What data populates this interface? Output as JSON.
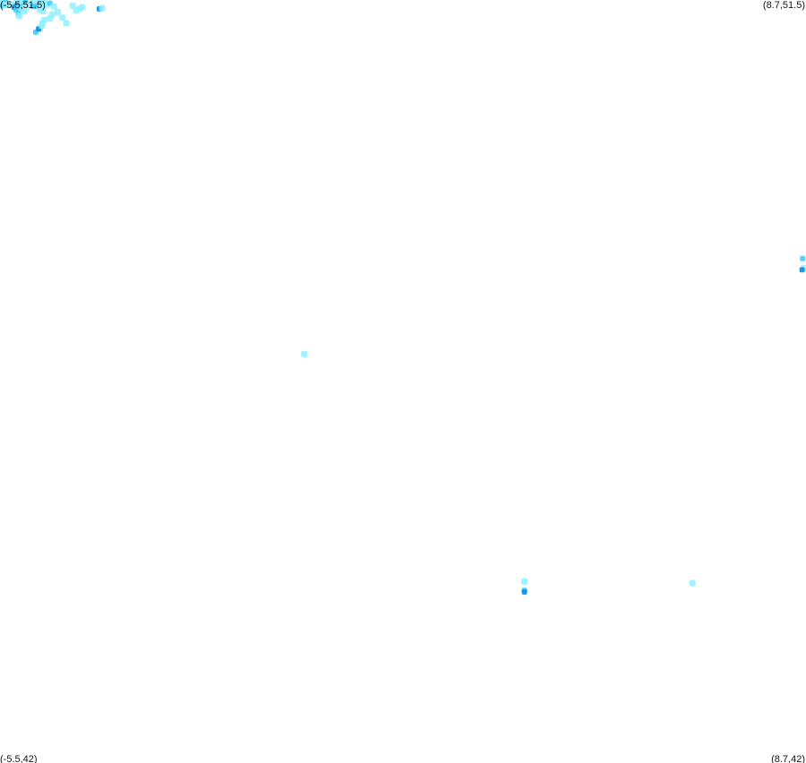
{
  "map": {
    "corners": {
      "top_left": "(-5.5,51.5)",
      "top_right": "(8.7,51.5)",
      "bottom_left": "(-5.5,42)",
      "bottom_right": "(8.7,42)"
    },
    "extent": {
      "lon_min": -5.5,
      "lon_max": 8.7,
      "lat_min": 42,
      "lat_max": 51.5
    },
    "colors": {
      "light": "#8ff0ff",
      "medium": "#33ccff",
      "dark": "#0a8fe8",
      "background": "#ffffff"
    },
    "points": [
      {
        "lon": -5.45,
        "lat": 51.49,
        "level": "light"
      },
      {
        "lon": -5.4,
        "lat": 51.47,
        "level": "medium"
      },
      {
        "lon": -5.36,
        "lat": 51.44,
        "level": "light"
      },
      {
        "lon": -5.3,
        "lat": 51.44,
        "level": "light"
      },
      {
        "lon": -5.22,
        "lat": 51.46,
        "level": "light"
      },
      {
        "lon": -5.18,
        "lat": 51.49,
        "level": "light"
      },
      {
        "lon": -5.14,
        "lat": 51.47,
        "level": "light"
      },
      {
        "lon": -5.1,
        "lat": 51.49,
        "level": "light"
      },
      {
        "lon": -5.05,
        "lat": 51.47,
        "level": "medium"
      },
      {
        "lon": -5.02,
        "lat": 51.42,
        "level": "light"
      },
      {
        "lon": -4.97,
        "lat": 51.45,
        "level": "light"
      },
      {
        "lon": -4.92,
        "lat": 51.48,
        "level": "light"
      },
      {
        "lon": -4.88,
        "lat": 51.44,
        "level": "light"
      },
      {
        "lon": -4.83,
        "lat": 51.47,
        "level": "light"
      },
      {
        "lon": -4.78,
        "lat": 51.49,
        "level": "light"
      },
      {
        "lon": -4.75,
        "lat": 51.44,
        "level": "light"
      },
      {
        "lon": -4.72,
        "lat": 51.48,
        "level": "light"
      },
      {
        "lon": -5.48,
        "lat": 51.45,
        "level": "light"
      },
      {
        "lon": -5.45,
        "lat": 51.43,
        "level": "medium"
      },
      {
        "lon": -5.4,
        "lat": 51.44,
        "level": "light"
      },
      {
        "lon": -5.25,
        "lat": 51.41,
        "level": "dark"
      },
      {
        "lon": -5.2,
        "lat": 51.43,
        "level": "dark"
      },
      {
        "lon": -5.17,
        "lat": 51.4,
        "level": "light"
      },
      {
        "lon": -5.14,
        "lat": 51.42,
        "level": "medium"
      },
      {
        "lon": -5.1,
        "lat": 51.39,
        "level": "light"
      },
      {
        "lon": -5.07,
        "lat": 51.36,
        "level": "light"
      },
      {
        "lon": -5.22,
        "lat": 51.38,
        "level": "medium"
      },
      {
        "lon": -5.18,
        "lat": 51.33,
        "level": "medium"
      },
      {
        "lon": -5.16,
        "lat": 51.3,
        "level": "light"
      },
      {
        "lon": -4.92,
        "lat": 51.42,
        "level": "medium"
      },
      {
        "lon": -4.86,
        "lat": 51.42,
        "level": "medium"
      },
      {
        "lon": -4.8,
        "lat": 51.38,
        "level": "light"
      },
      {
        "lon": -4.74,
        "lat": 51.36,
        "level": "light"
      },
      {
        "lon": -4.68,
        "lat": 51.44,
        "level": "light"
      },
      {
        "lon": -4.62,
        "lat": 51.46,
        "level": "medium"
      },
      {
        "lon": -4.55,
        "lat": 51.42,
        "level": "light"
      },
      {
        "lon": -4.48,
        "lat": 51.35,
        "level": "light"
      },
      {
        "lon": -4.4,
        "lat": 51.28,
        "level": "light"
      },
      {
        "lon": -4.33,
        "lat": 51.21,
        "level": "light"
      },
      {
        "lon": -4.22,
        "lat": 51.43,
        "level": "light"
      },
      {
        "lon": -4.16,
        "lat": 51.37,
        "level": "light"
      },
      {
        "lon": -4.1,
        "lat": 51.39,
        "level": "light"
      },
      {
        "lon": -4.05,
        "lat": 51.41,
        "level": "light"
      },
      {
        "lon": -3.75,
        "lat": 51.39,
        "level": "dark"
      },
      {
        "lon": -3.7,
        "lat": 51.4,
        "level": "light"
      },
      {
        "lon": -4.58,
        "lat": 51.32,
        "level": "light"
      },
      {
        "lon": -4.62,
        "lat": 51.27,
        "level": "light"
      },
      {
        "lon": -4.72,
        "lat": 51.25,
        "level": "light"
      },
      {
        "lon": -4.75,
        "lat": 51.21,
        "level": "light"
      },
      {
        "lon": -4.8,
        "lat": 51.14,
        "level": "light"
      },
      {
        "lon": -4.87,
        "lat": 51.1,
        "level": "medium"
      },
      {
        "lon": -4.82,
        "lat": 51.14,
        "level": "dark"
      },
      {
        "lon": -4.76,
        "lat": 51.18,
        "level": "light"
      },
      {
        "lon": -0.14,
        "lat": 47.09,
        "level": "light"
      },
      {
        "lon": 3.74,
        "lat": 44.15,
        "level": "medium"
      },
      {
        "lon": 3.74,
        "lat": 44.26,
        "level": "light"
      },
      {
        "lon": 3.74,
        "lat": 44.13,
        "level": "dark"
      },
      {
        "lon": 6.7,
        "lat": 44.24,
        "level": "light"
      },
      {
        "lon": 8.64,
        "lat": 48.28,
        "level": "medium"
      },
      {
        "lon": 8.66,
        "lat": 48.16,
        "level": "light"
      },
      {
        "lon": 8.63,
        "lat": 48.14,
        "level": "dark"
      }
    ]
  }
}
